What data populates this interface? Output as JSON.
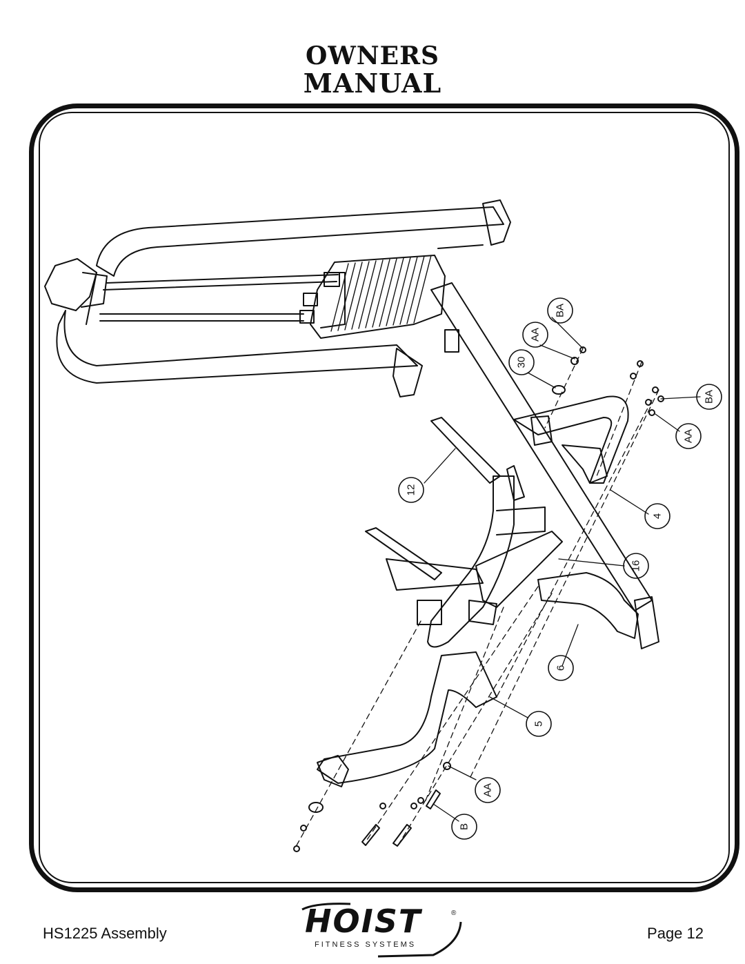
{
  "header": {
    "line1": "OWNERS",
    "line2": "MANUAL"
  },
  "callouts": [
    "BA",
    "AA",
    "30",
    "BA",
    "AA",
    "12",
    "4",
    "16",
    "6",
    "5",
    "AA",
    "B"
  ],
  "footer": {
    "left": "HS1225 Assembly",
    "right": "Page 12"
  },
  "logo": {
    "word": "HOIST",
    "sub": "FITNESS SYSTEMS",
    "reg": "®"
  },
  "colors": {
    "ink": "#111111",
    "paper": "#ffffff"
  }
}
